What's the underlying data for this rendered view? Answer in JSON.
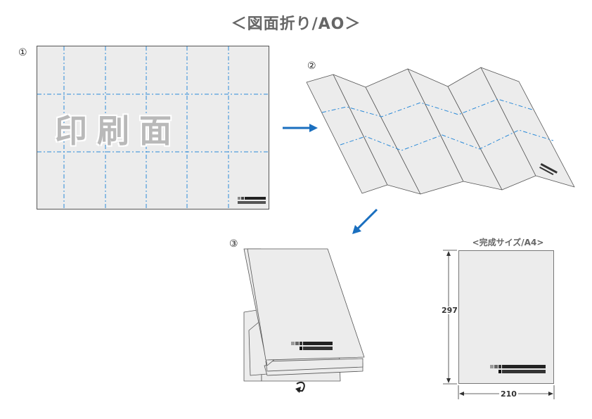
{
  "title": "＜図面折り/AO＞",
  "steps": {
    "step1": "①",
    "step2": "②",
    "step3": "③"
  },
  "sheet_text": "印刷面",
  "final": {
    "label": "<完成サイズ/A4>",
    "height": "297",
    "width": "210"
  },
  "colors": {
    "sheet": "#ececec",
    "fold_line": "#2b8ad8",
    "arrow": "#1a6fbf",
    "title": "#666666"
  }
}
